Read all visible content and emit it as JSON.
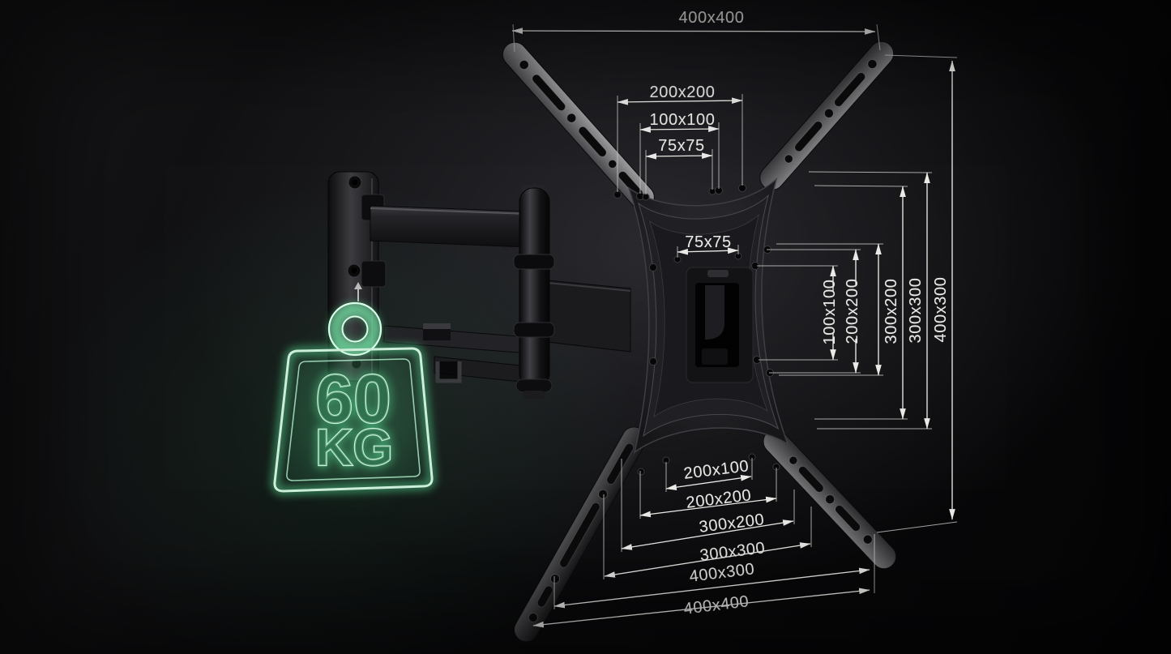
{
  "meta": {
    "description": "Full-motion TV wall mount bracket shown as a dimension diagram of supported VESA hole patterns, with a neon 60 kg weight-capacity badge",
    "product": "tv-wall-mount-bracket"
  },
  "colors": {
    "background": "#0b0b0d",
    "dimension_lines": "#e9e9e6",
    "neon_green": "#c6f6d9",
    "metal_dark": "#1c1c1e"
  },
  "badge": {
    "value": "60",
    "unit": "KG",
    "meaning": "maximum load 60 kg"
  },
  "dimensions": {
    "top": [
      {
        "label": "400x400"
      },
      {
        "label": "200x200"
      },
      {
        "label": "100x100"
      },
      {
        "label": "75x75"
      }
    ],
    "center": [
      {
        "label": "75x75"
      }
    ],
    "right": [
      {
        "label": "100x100"
      },
      {
        "label": "200x200"
      },
      {
        "label": "300x200"
      },
      {
        "label": "300x300"
      },
      {
        "label": "400x300"
      }
    ],
    "bottom": [
      {
        "label": "200x100"
      },
      {
        "label": "200x200"
      },
      {
        "label": "300x200"
      },
      {
        "label": "300x300"
      },
      {
        "label": "400x300"
      },
      {
        "label": "400x400"
      }
    ]
  }
}
